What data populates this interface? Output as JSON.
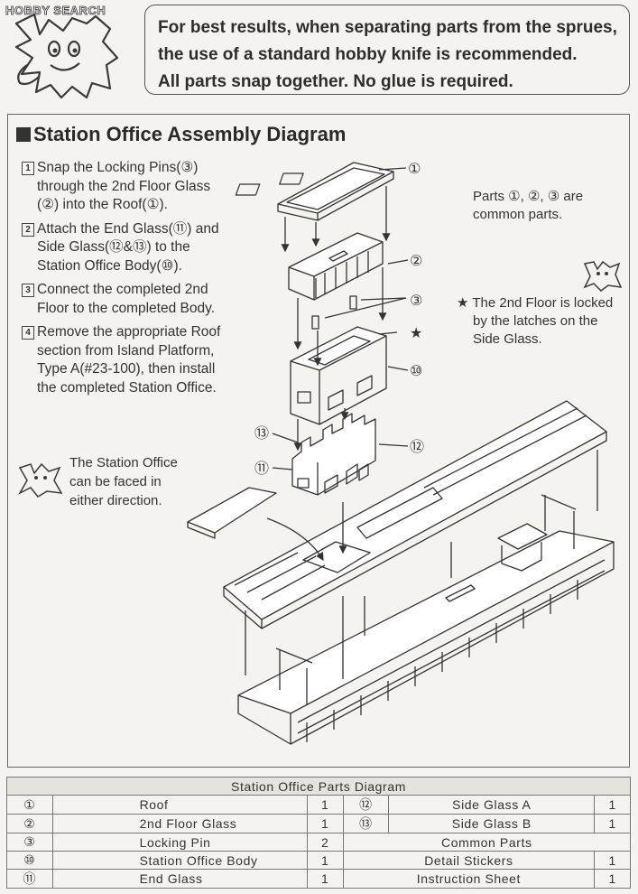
{
  "brand": "HOBBY SEARCH",
  "tip_lines": [
    "For best results, when separating parts from the sprues,",
    "the use of a standard hobby knife is recommended.",
    "All parts snap together. No glue is required."
  ],
  "section_title": "Station Office Assembly Diagram",
  "steps": [
    {
      "num": "1",
      "lines": [
        "Snap the Locking Pins(③)",
        "through the 2nd Floor Glass",
        "(②) into the Roof(①)."
      ]
    },
    {
      "num": "2",
      "lines": [
        "Attach the End Glass(⑪) and",
        "Side Glass(⑫&⑬) to the",
        "Station Office Body(⑩)."
      ]
    },
    {
      "num": "3",
      "lines": [
        "Connect the completed 2nd",
        "Floor to the completed Body."
      ]
    },
    {
      "num": "4",
      "lines": [
        "Remove the appropriate Roof",
        "section from Island Platform,",
        "Type A(#23-100), then install",
        "the completed Station Office."
      ]
    }
  ],
  "notes": {
    "common_parts": [
      "Parts ①, ②, ③ are",
      "common parts."
    ],
    "locked": [
      "★ The 2nd Floor is locked",
      "by the latches on the",
      "Side Glass."
    ],
    "facing": [
      "The Station Office",
      "can be faced in",
      "either direction."
    ]
  },
  "callouts": [
    "①",
    "②",
    "③",
    "★",
    "⑩",
    "⑬",
    "⑫",
    "⑪"
  ],
  "table": {
    "title": "Station Office Parts Diagram",
    "rows": [
      {
        "n1": "①",
        "p1": "Roof",
        "q1": "1",
        "n2": "⑫",
        "p2": "Side Glass A",
        "q2": "1"
      },
      {
        "n1": "②",
        "p1": "2nd Floor Glass",
        "q1": "1",
        "n2": "⑬",
        "p2": "Side Glass B",
        "q2": "1"
      },
      {
        "n1": "③",
        "p1": "Locking Pin",
        "q1": "2",
        "n2": "",
        "p2": "Common Parts",
        "q2": ""
      },
      {
        "n1": "⑩",
        "p1": "Station Office Body",
        "q1": "1",
        "n2": "",
        "p2": "Detail Stickers",
        "q2": "1"
      },
      {
        "n1": "⑪",
        "p1": "End Glass",
        "q1": "1",
        "n2": "",
        "p2": "Instruction Sheet",
        "q2": "1"
      }
    ]
  }
}
